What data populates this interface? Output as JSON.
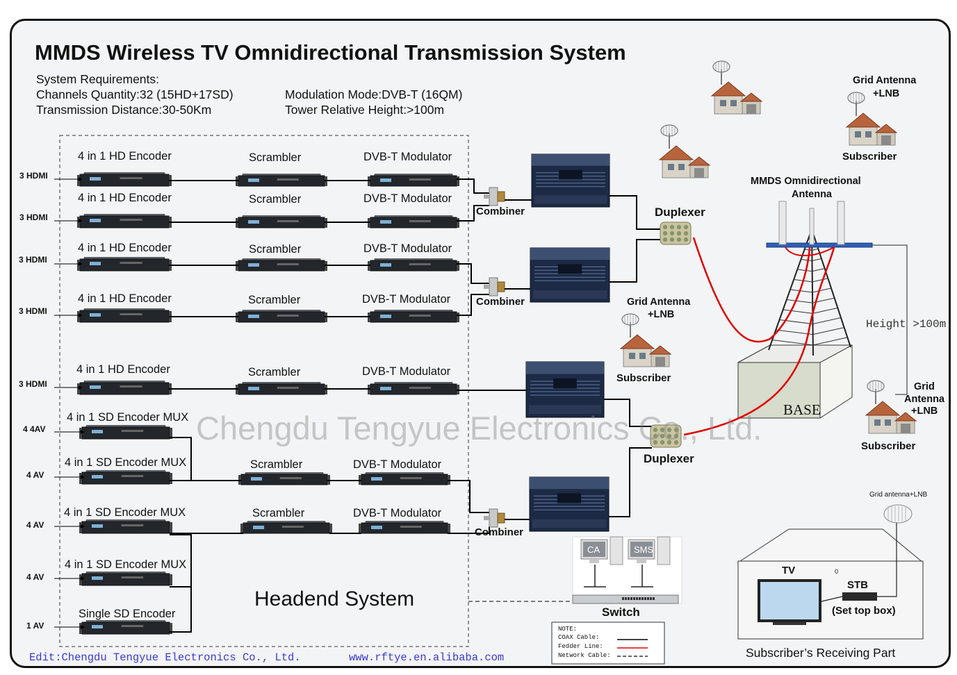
{
  "title": "MMDS Wireless TV Omnidirectional Transmission System",
  "requirements": {
    "heading": "System Requirements:",
    "channels": "Channels Quantity:32 (15HD+17SD)",
    "distance": "Transmission Distance:30-50Km",
    "modulation": "Modulation Mode:DVB-T (16QM)",
    "height": "Tower Relative Height:>100m"
  },
  "headend": {
    "label": "Headend System",
    "hd_rows": [
      {
        "input": "3 HDMI",
        "encoder": "4 in 1 HD Encoder",
        "scrambler": "Scrambler",
        "modulator": "DVB-T Modulator"
      },
      {
        "input": "3 HDMI",
        "encoder": "4 in 1 HD Encoder",
        "scrambler": "Scrambler",
        "modulator": "DVB-T Modulator"
      },
      {
        "input": "3 HDMI",
        "encoder": "4 in 1 HD Encoder",
        "scrambler": "Scrambler",
        "modulator": "DVB-T Modulator"
      },
      {
        "input": "3 HDMI",
        "encoder": "4 in 1 HD Encoder",
        "scrambler": "Scrambler",
        "modulator": "DVB-T Modulator"
      },
      {
        "input": "3 HDMI",
        "encoder": "4 in 1 HD Encoder",
        "scrambler": "Scrambler",
        "modulator": "DVB-T Modulator"
      }
    ],
    "sd_rows": [
      {
        "input": "4 4AV",
        "encoder": "4 in 1 SD Encoder MUX"
      },
      {
        "input": "4 AV",
        "encoder": "4 in 1 SD Encoder MUX"
      },
      {
        "input": "4 AV",
        "encoder": "4 in 1 SD Encoder MUX"
      },
      {
        "input": "4 AV",
        "encoder": "4 in 1 SD Encoder MUX"
      },
      {
        "input": "1 AV",
        "encoder": "Single SD Encoder"
      }
    ],
    "sd_chains": [
      {
        "scrambler": "Scrambler",
        "modulator": "DVB-T Modulator"
      },
      {
        "scrambler": "Scrambler",
        "modulator": "DVB-T Modulator"
      }
    ]
  },
  "combiners": [
    "Combiner",
    "Combiner",
    "Combiner"
  ],
  "duplexers": [
    "Duplexer",
    "Duplexer"
  ],
  "antenna": {
    "label": "MMDS Omnidirectional Antenna",
    "base": "BASE",
    "height": "Height >100m"
  },
  "subscribers": {
    "label": "Subscriber",
    "grid_antenna": "Grid Antenna +LNB"
  },
  "switch": {
    "label": "Switch",
    "ca": "CA",
    "sms": "SMS"
  },
  "receiving": {
    "title": "Subscriber’s Receiving Part",
    "tv": "TV",
    "stb": "STB",
    "stb_sub": "(Set top box)",
    "antenna": "Grid antenna+LNB",
    "mark": "0"
  },
  "note": {
    "heading": "NOTE:",
    "coax": "COAX Cable:",
    "feeder": "Fedder Line:",
    "network": "Network Cable:"
  },
  "watermark": "Chengdu Tengyue Electronics Co., Ltd.",
  "footer": {
    "edit": "Edit:Chengdu Tengyue Electronics Co., Ltd.",
    "url": "www.rftye.en.alibaba.com"
  },
  "colors": {
    "coax": "#000000",
    "feeder": "#e00000",
    "network": "#333333",
    "frame": "#111111"
  }
}
